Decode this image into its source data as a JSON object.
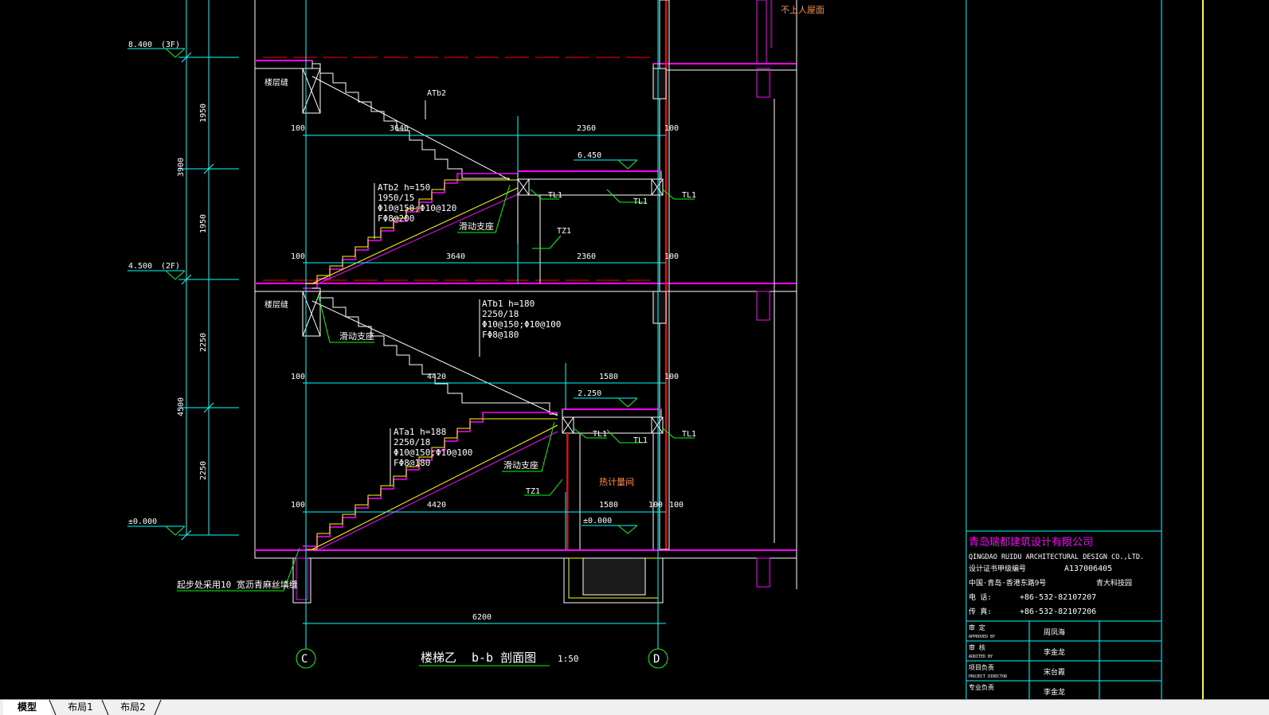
{
  "drawing": {
    "title": "楼梯乙",
    "section": "b-b 剖面图",
    "scale": "1:50",
    "axes": [
      "C",
      "D"
    ],
    "elevations": [
      {
        "text": "8.400",
        "floor": "(3F)"
      },
      {
        "text": "4.500",
        "floor": "(2F)"
      },
      {
        "text": "±0.000",
        "floor": ""
      }
    ],
    "vert_dims": [
      "1950",
      "3900",
      "1950",
      "2250",
      "4500",
      "2250"
    ],
    "upper": {
      "stair_id": "ATb2",
      "spec": [
        "ATb2 h=150",
        "1950/15",
        "Φ10@150;Φ10@120",
        "FΦ8@200"
      ],
      "dim_top": [
        "100",
        "3640",
        "2360",
        "100"
      ],
      "dim_bot": [
        "100",
        "3640",
        "2360",
        "100"
      ],
      "landing_elev": "6.450",
      "tl": [
        "TL1",
        "TL1",
        "TL1"
      ],
      "tz": "TZ1",
      "support": "滑动支座"
    },
    "lower": {
      "spec": [
        "ATa1 h=188",
        "2250/18",
        "Φ10@150;Φ10@100",
        "FΦ8@180"
      ],
      "spec_mid": [
        "ATb1 h=180",
        "2250/18",
        "Φ10@150;Φ10@100",
        "FΦ8@180"
      ],
      "dim_top": [
        "100",
        "4420",
        "1580",
        "100"
      ],
      "dim_bot": [
        "100",
        "4420",
        "1580",
        "100",
        "100"
      ],
      "landing_elev": "2.250",
      "ground_elev": "±0.000",
      "tl": [
        "TL1",
        "TL1",
        "TL1"
      ],
      "tz": "TZ1",
      "support": "滑动支座",
      "room": "热计量间"
    },
    "overall_dim": "6200",
    "joint_label": "楼层缝",
    "note": "起步处采用10 宽沥青麻丝填缝",
    "roof_note": "不上人屋面"
  },
  "title_block": {
    "company_cn": "青岛瑞都建筑设计有限公司",
    "company_en": "QINGDAO RUIDU ARCHITECTURAL DESIGN CO.,LTD.",
    "cert_label": "设计证书甲级编号",
    "cert_no": "A137006405",
    "address": "中国·青岛·香港东路9号",
    "address2": "青大科技园",
    "tel_label": "电 话:",
    "tel": "+86-532-82107207",
    "fax_label": "传 真:",
    "fax": "+86-532-82107206",
    "rows": [
      {
        "cn": "审 定",
        "en": "APPROVED BY",
        "name": "周凤海"
      },
      {
        "cn": "审 核",
        "en": "AUDITED BY",
        "name": "李金龙"
      },
      {
        "cn": "项目负责",
        "en": "PROJECT DIRECTOR",
        "name": "宋台霞"
      },
      {
        "cn": "专业负责",
        "en": "",
        "name": "李金龙"
      }
    ]
  },
  "tabs": [
    {
      "label": "模型",
      "active": true
    },
    {
      "label": "布局1",
      "active": false
    },
    {
      "label": "布局2",
      "active": false
    }
  ],
  "colors": {
    "background": "#000000",
    "cyan": "#00ffff",
    "blue": "#1e90ff",
    "white": "#ffffff",
    "magenta": "#ff00ff",
    "yellow": "#ffff00",
    "green": "#00ff00",
    "red": "#ff0000",
    "orange": "#ff8c40",
    "tab_bar": "#f0f0f0"
  }
}
